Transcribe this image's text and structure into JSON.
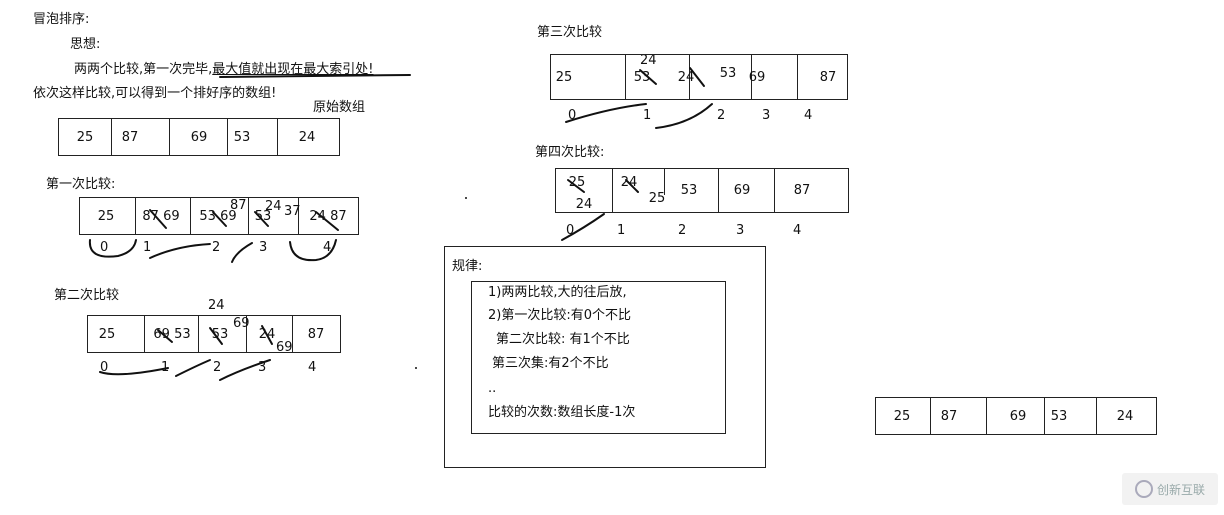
{
  "intro": {
    "title": "冒泡排序:",
    "idea": "思想:",
    "line1_a": "两两个比较,第一次完毕,",
    "line1_b": "最大值就出现在最大索引处!",
    "line2": "依次这样比较,可以得到一个排好序的数组!",
    "orig_label": "原始数组"
  },
  "original": [
    "25",
    "87",
    "69",
    "53",
    "24"
  ],
  "pass1": {
    "label": "第一次比较:",
    "cells": [
      "25",
      "87 69",
      "53 69",
      "53",
      "24 87"
    ],
    "extra": [
      "87",
      "24",
      "37"
    ],
    "indices": [
      "0",
      "1",
      "2",
      "3",
      "4"
    ]
  },
  "pass2": {
    "label": "第二次比较",
    "cells": [
      "25",
      "69 53",
      "53",
      "24",
      "87"
    ],
    "extra": [
      "24",
      "69",
      "69"
    ],
    "indices": [
      "0",
      "1",
      "2",
      "3",
      "4"
    ]
  },
  "pass3": {
    "label": "第三次比较",
    "cells": [
      "25",
      "53",
      "24",
      "53",
      "69",
      "87"
    ],
    "extra": [
      "24"
    ],
    "indices": [
      "0",
      "1",
      "2",
      "3",
      "4"
    ]
  },
  "pass4": {
    "label": "第四次比较:",
    "cells": [
      "25",
      "24",
      "25",
      "53",
      "69",
      "87"
    ],
    "extra": [
      "24"
    ],
    "indices": [
      "0",
      "1",
      "2",
      "3",
      "4"
    ]
  },
  "rules": {
    "title": "规律:",
    "items": [
      "1)两两比较,大的往后放,",
      "2)第一次比较:有0个不比",
      "第二次比较: 有1个不比",
      "第三次集:有2个不比",
      "..",
      "比较的次数:数组长度-1次"
    ]
  },
  "copy_array": [
    "25",
    "87",
    "69",
    "53",
    "24"
  ],
  "watermark": "创新互联"
}
